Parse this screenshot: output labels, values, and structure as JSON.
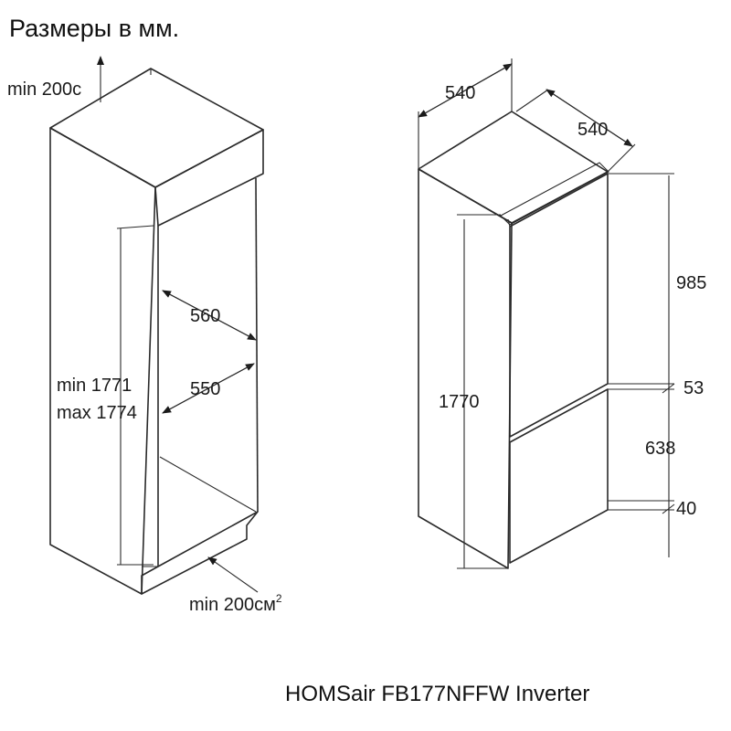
{
  "title": "Размеры в мм.",
  "model": "HOMSair FB177NFFW Inverter",
  "niche": {
    "vent_top": "min 200c",
    "depth": "560",
    "width": "550",
    "height_min": "min 1771",
    "height_max": "max 1774",
    "vent_bottom": "min 200см",
    "vent_bottom_sup": "2"
  },
  "appliance": {
    "width": "540",
    "depth": "540",
    "height": "1770",
    "upper_door": "985",
    "gap": "53",
    "lower_door": "638",
    "bottom": "40"
  },
  "icons": {
    "top_arrow": "arrow-up-icon",
    "bottom_arrow": "arrow-diagonal-icon"
  }
}
